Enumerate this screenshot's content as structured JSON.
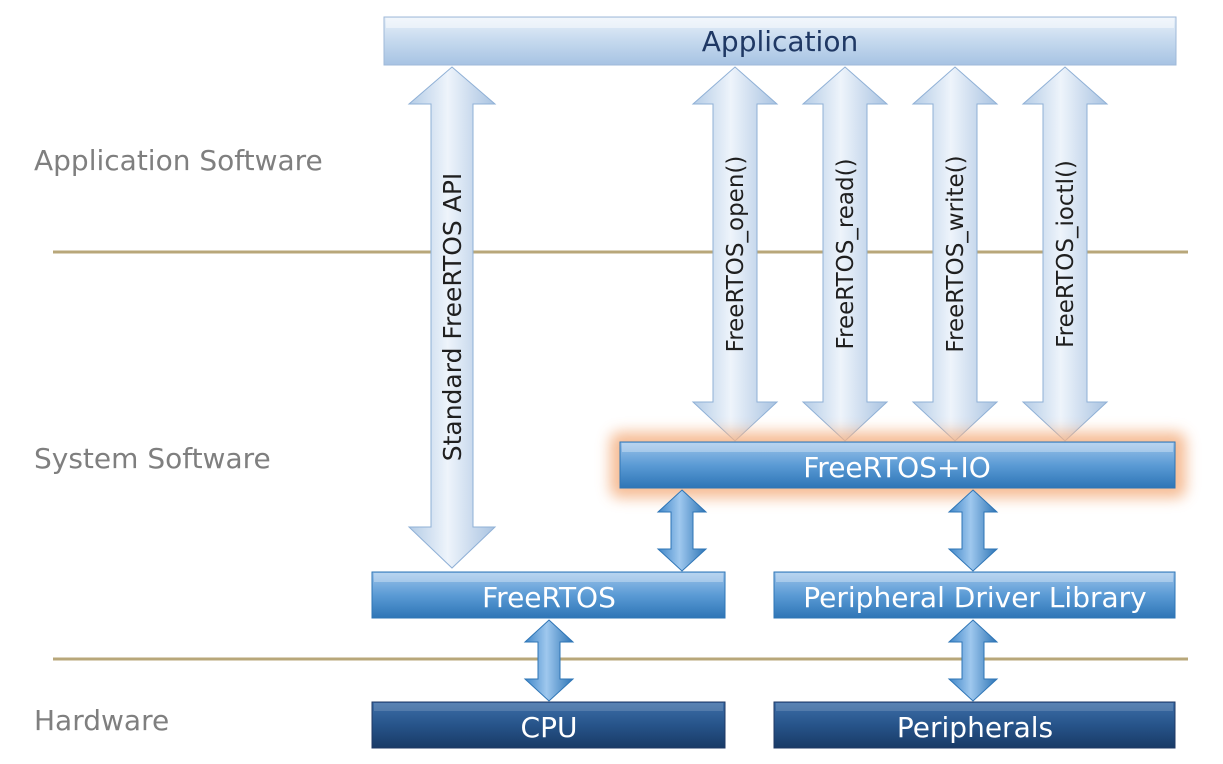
{
  "layers": {
    "application_software": "Application Software",
    "system_software": "System Software",
    "hardware": "Hardware"
  },
  "boxes": {
    "application": "Application",
    "freertos_io": "FreeRTOS+IO",
    "freertos": "FreeRTOS",
    "peripheral_driver_library": "Peripheral Driver Library",
    "cpu": "CPU",
    "peripherals": "Peripherals"
  },
  "arrows": {
    "standard_api": "Standard FreeRTOS API",
    "open": "FreeRTOS_open()",
    "read": "FreeRTOS_read()",
    "write": "FreeRTOS_write()",
    "ioctl": "FreeRTOS_ioctl()"
  },
  "colors": {
    "light_box": "#cfe0f1",
    "mid_box": "#5b9bd5",
    "dark_box": "#1f4e79",
    "glow": "#f4b183",
    "divider": "#b8a77a",
    "layer_text": "#7f7f7f"
  }
}
